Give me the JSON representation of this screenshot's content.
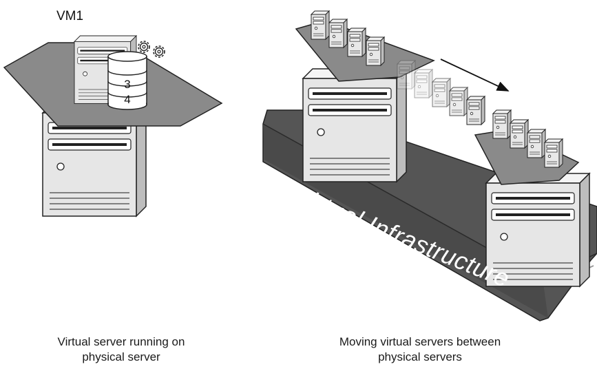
{
  "vm_label": "VM1",
  "disk_numbers": [
    "3",
    "4"
  ],
  "infrastructure_label": "Virtual Infrastructure",
  "captions": {
    "left": [
      "Virtual server running on",
      "physical server"
    ],
    "right": [
      "Moving virtual servers between",
      "physical servers"
    ]
  },
  "colors": {
    "platform": "#8a8a8a",
    "infrastructure_bar": "#555555",
    "tower_body": "#e9e9e9",
    "outline": "#222222"
  }
}
